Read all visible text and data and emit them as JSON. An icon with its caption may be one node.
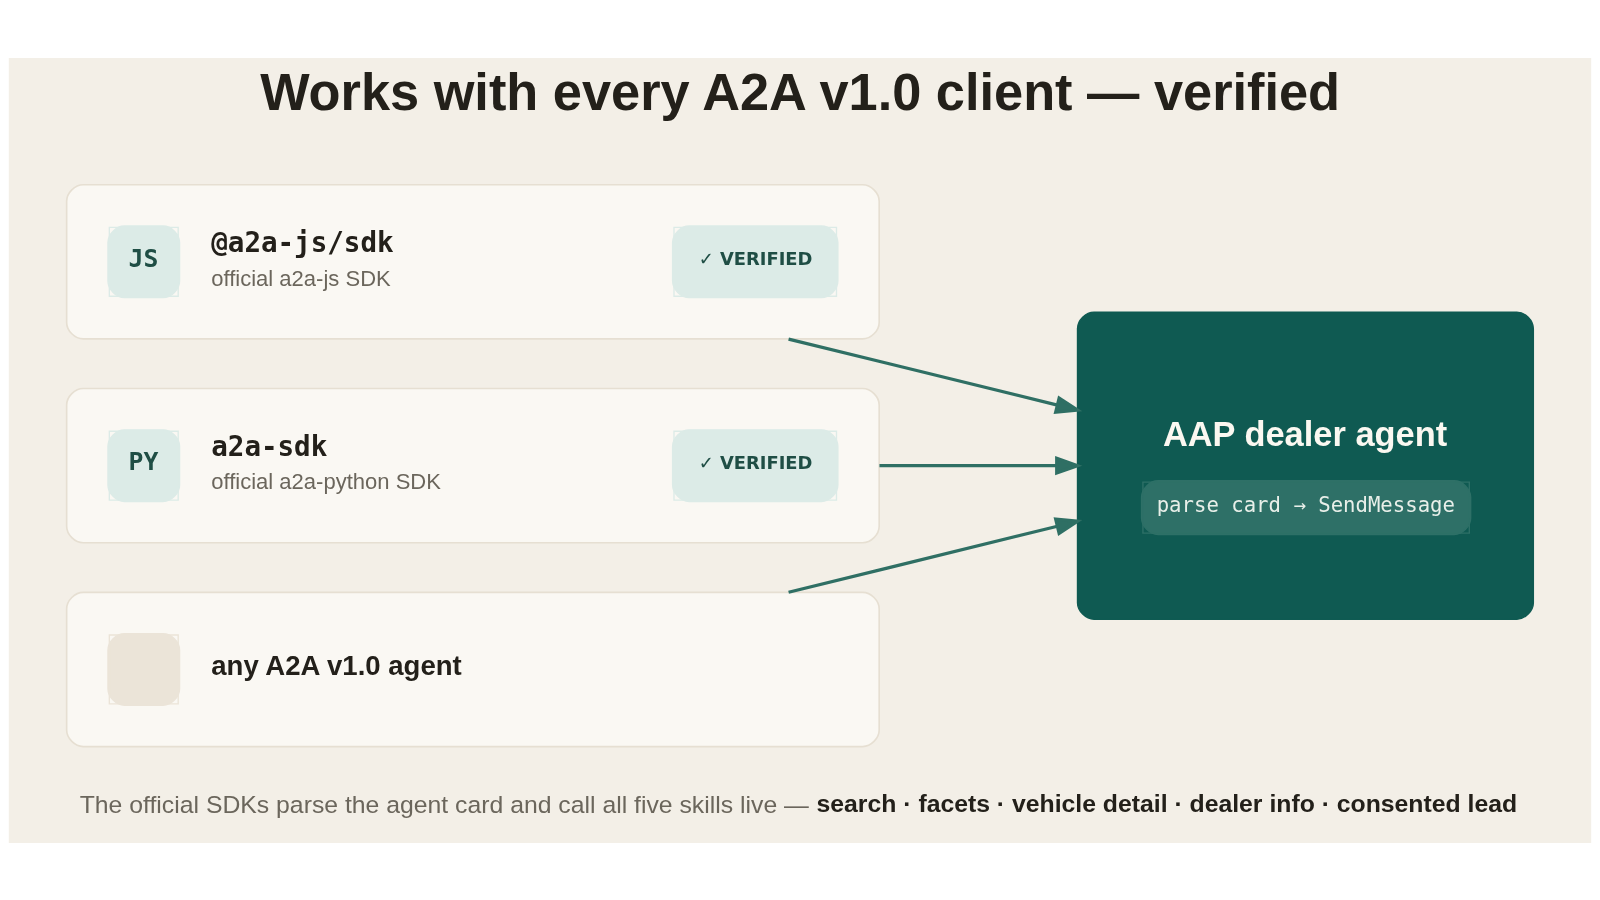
{
  "diagram": {
    "title": "Works with every A2A v1.0 client — verified",
    "caption": "The official SDKs parse the agent card and call all five skills live — **search · facets · vehicle detail · dealer info · consented lead**",
    "nodes": [
      {
        "text": [
          "JS",
          "@a2a-js/sdk",
          "official a2a-js SDK",
          "✓ VERIFIED"
        ]
      },
      {
        "text": [
          "PY",
          "a2a-sdk",
          "official a2a-python SDK",
          "✓ VERIFIED"
        ]
      },
      {
        "text": [
          "any A2A v1.0 agent"
        ]
      },
      {
        "text": [
          "AAP dealer agent",
          "parse card → SendMessage"
        ]
      }
    ],
    "edges": [
      {
        "from": 0,
        "to": 3,
        "arrow": "to"
      },
      {
        "from": 1,
        "to": 3,
        "arrow": "to"
      },
      {
        "from": 2,
        "to": 3,
        "arrow": "to"
      }
    ]
  }
}
